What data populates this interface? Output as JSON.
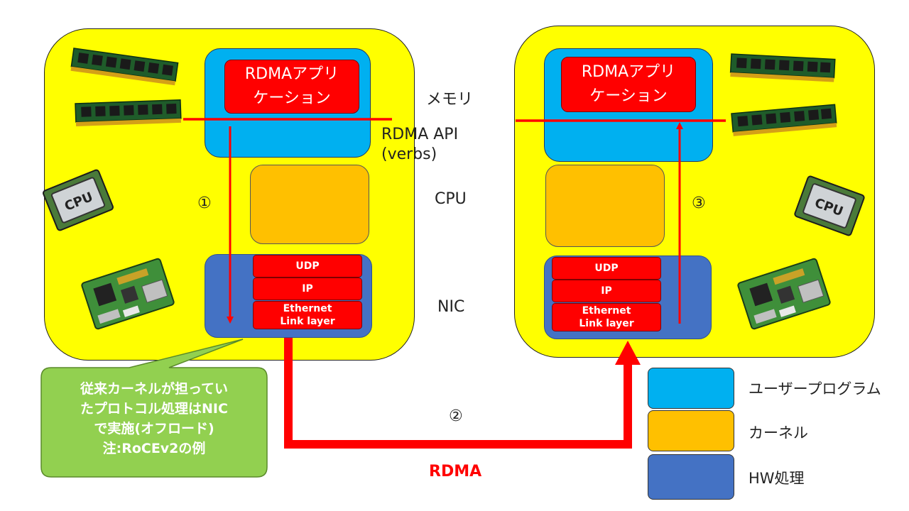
{
  "labels": {
    "memory": "メモリ",
    "rdma_api_line1": "RDMA API",
    "rdma_api_line2": "(verbs)",
    "cpu": "CPU",
    "nic": "NIC",
    "rdma": "RDMA",
    "step1": "①",
    "step2": "②",
    "step3": "③"
  },
  "left_host": {
    "app_line1": "RDMAアプリ",
    "app_line2": "ケーション",
    "layers": [
      "UDP",
      "IP",
      "Ethernet\nLink layer"
    ]
  },
  "right_host": {
    "app_line1": "RDMAアプリ",
    "app_line2": "ケーション",
    "layers": [
      "UDP",
      "IP",
      "Ethernet\nLink layer"
    ]
  },
  "callout": {
    "line1": "従来カーネルが担ってい",
    "line2": "たプロトコル処理はNIC",
    "line3": "で実施(オフロード)",
    "line4": "注:RoCEv2の例"
  },
  "legend": [
    {
      "label": "ユーザープログラム",
      "color": "#00b0f0"
    },
    {
      "label": "カーネル",
      "color": "#ffc000"
    },
    {
      "label": "HW処理",
      "color": "#4472c4"
    }
  ],
  "icons": {
    "memory": "memory-module-icon",
    "cpu": "cpu-chip-icon",
    "board": "circuit-board-icon"
  },
  "colors": {
    "host": "#ffff00",
    "user": "#00b0f0",
    "kernel": "#ffc000",
    "hw": "#4472c4",
    "accent": "#ff0000",
    "callout": "#92d050"
  }
}
